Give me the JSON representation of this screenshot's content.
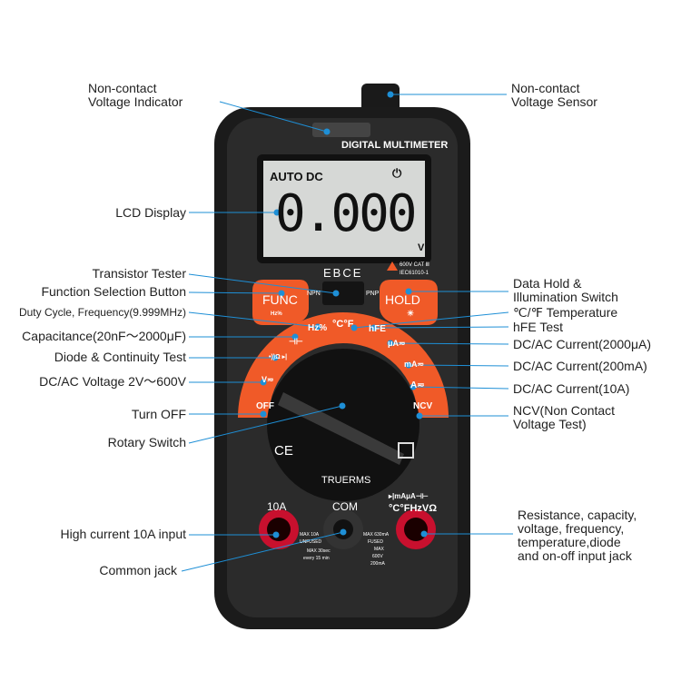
{
  "device": {
    "title": "DIGITAL MULTIMETER",
    "brand": "EBCE",
    "lcd": {
      "mode1": "AUTO",
      "mode2": "DC",
      "reading": "0.000",
      "unit": "V",
      "power_icon": "⏻"
    },
    "buttons": {
      "func": "FUNC",
      "func_sub": "Hz%",
      "hold": "HOLD",
      "hold_sub": "☀"
    },
    "transistor": {
      "npn": "NPN",
      "pnp": "PNP"
    },
    "safety": {
      "cat": "600V CAT Ⅲ",
      "std": "IEC61010-1"
    },
    "dial": {
      "off": "OFF",
      "volt": "V≂",
      "diode": "•))Ω ▸|",
      "cap": "⊣⊢",
      "hz": "Hz%",
      "temp": "°C°F",
      "hfe": "hFE",
      "ua": "μA≂",
      "ma": "mA≂",
      "a": "A≂",
      "ncv": "NCV"
    },
    "ce": "CE",
    "truerms": "TRUERMS",
    "jacks": {
      "a10": "10A",
      "com": "COM",
      "vohm_top": "▸|mAμA⊣⊢",
      "vohm": "°C°FHzVΩ",
      "warn1": "MAX 10A",
      "warn1b": "UNFUSED",
      "warn2": "MAX 630mA",
      "warn2b": "FUSED",
      "note1": "MAX 30sec",
      "note1b": "every 15 min",
      "note2": "MAX",
      "note2b": "600V",
      "note2c": "200mA"
    }
  },
  "labels": {
    "ncv_indicator": [
      "Non-contact",
      "Voltage Indicator"
    ],
    "ncv_sensor": [
      "Non-contact",
      "Voltage Sensor"
    ],
    "lcd": "LCD Display",
    "transistor": "Transistor Tester",
    "func": "Function Selection Button",
    "duty": "Duty Cycle, Frequency(9.999MHz)",
    "cap": "Capacitance(20nF～2000μF)",
    "diode": "Diode & Continuity Test",
    "volt": "DC/AC Voltage 2V～600V",
    "off": "Turn OFF",
    "rotary": "Rotary Switch",
    "a10": "High current 10A input",
    "com": "Common jack",
    "hold": [
      "Data Hold &",
      "Illumination Switch"
    ],
    "temp": "℃/℉  Temperature",
    "hfe": "hFE Test",
    "ua": "DC/AC Current(2000μA)",
    "ma": "DC/AC Current(200mA)",
    "a": "DC/AC Current(10A)",
    "ncv": [
      "NCV(Non Contact",
      "Voltage Test)"
    ],
    "input": [
      "Resistance, capacity,",
      "voltage, frequency,",
      "temperature,diode",
      "and on-off input jack"
    ]
  },
  "colors": {
    "accent": "#f05a28",
    "line": "#1e8fd6",
    "body": "#262626"
  }
}
